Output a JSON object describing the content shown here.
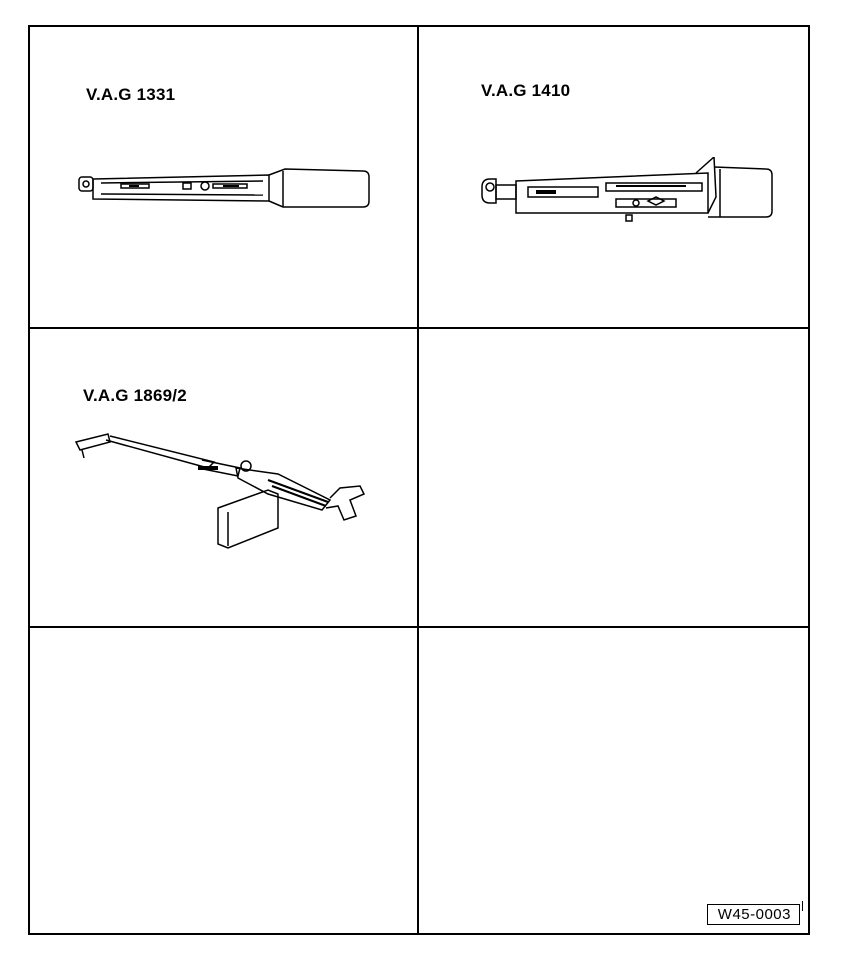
{
  "tools": [
    {
      "id": "torque-wrench-1",
      "label": "V.A.G 1331"
    },
    {
      "id": "torque-wrench-2",
      "label": "V.A.G 1410"
    },
    {
      "id": "tool-3",
      "label": "V.A.G 1869/2"
    }
  ],
  "reference": "W45-0003"
}
